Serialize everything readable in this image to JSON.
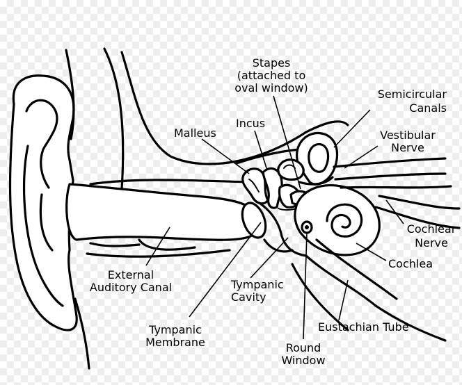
{
  "diagram": {
    "labels": {
      "stapes": [
        "Stapes",
        "(attached to",
        "oval window)"
      ],
      "semicircular_canals": [
        "Semicircular",
        "Canals"
      ],
      "malleus": "Malleus",
      "incus": "Incus",
      "vestibular_nerve": [
        "Vestibular",
        "Nerve"
      ],
      "cochlear_nerve": [
        "Cochlear",
        "Nerve"
      ],
      "cochlea": "Cochlea",
      "external_auditory_canal": [
        "External",
        "Auditory Canal"
      ],
      "tympanic_cavity": [
        "Tympanic",
        "Cavity"
      ],
      "tympanic_membrane": [
        "Tympanic",
        "Membrane"
      ],
      "eustachian_tube": "Eustachian Tube",
      "round_window": [
        "Round",
        "Window"
      ]
    }
  }
}
